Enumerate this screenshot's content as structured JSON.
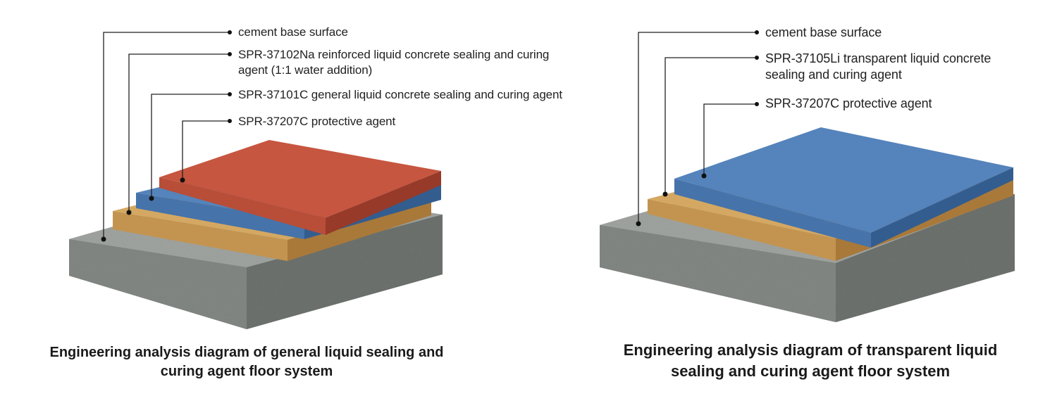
{
  "left_diagram": {
    "labels": [
      "cement base surface",
      "SPR-37102Na reinforced liquid concrete sealing and curing",
      "agent (1:1 water addition)",
      "SPR-37101C general liquid concrete sealing and curing agent",
      "SPR-37207C protective agent"
    ],
    "caption": [
      "Engineering analysis diagram of general liquid sealing and",
      "curing agent floor system"
    ]
  },
  "right_diagram": {
    "labels": [
      "cement base surface",
      "SPR-37105Li transparent liquid concrete",
      "sealing and curing agent",
      "SPR-37207C protective agent"
    ],
    "caption": [
      "Engineering analysis diagram of transparent liquid",
      "sealing and curing agent floor system"
    ]
  },
  "colors": {
    "concrete": "#8a8f8b",
    "tan_layer": "#c99a56",
    "blue_layer": "#4a78b0",
    "red_layer": "#c0513c",
    "leader_line": "#222222"
  }
}
